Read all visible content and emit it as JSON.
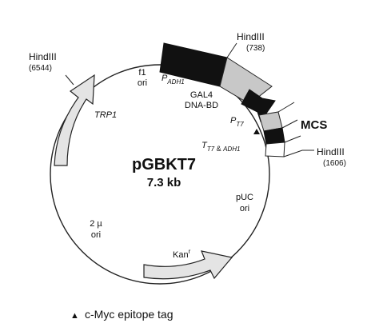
{
  "plasmid": {
    "name": "pGBKT7",
    "size": "7.3 kb"
  },
  "sites": {
    "hind_a": {
      "name": "HindIII",
      "pos": "(738)"
    },
    "hind_b": {
      "name": "HindIII",
      "pos": "(6544)"
    },
    "hind_c": {
      "name": "HindIII",
      "pos": "(1606)"
    }
  },
  "features": {
    "f1_ori": [
      "f1",
      "ori"
    ],
    "p_adh1": {
      "main": "P",
      "sub": "ADH1"
    },
    "gal4": [
      "GAL4",
      "DNA-BD"
    ],
    "p_t7": {
      "main": "P",
      "sub": "T7"
    },
    "mcs": "MCS",
    "terminators": {
      "main": "T",
      "sub": "T7",
      "rest": " & ",
      "sub2": "ADH1"
    },
    "trp1": "TRP1",
    "puc_ori": [
      "pUC",
      "ori"
    ],
    "two_micron": [
      "2 µ",
      "ori"
    ],
    "kan": {
      "main": "Kan",
      "sup": "r"
    }
  },
  "legend": {
    "symbol": "▲",
    "label": "c-Myc epitope tag"
  },
  "colors": {
    "black_segment": "#111111",
    "gray_segment": "#c8c8c8",
    "light_arrow": "#e4e4e4",
    "outline": "#222222"
  }
}
